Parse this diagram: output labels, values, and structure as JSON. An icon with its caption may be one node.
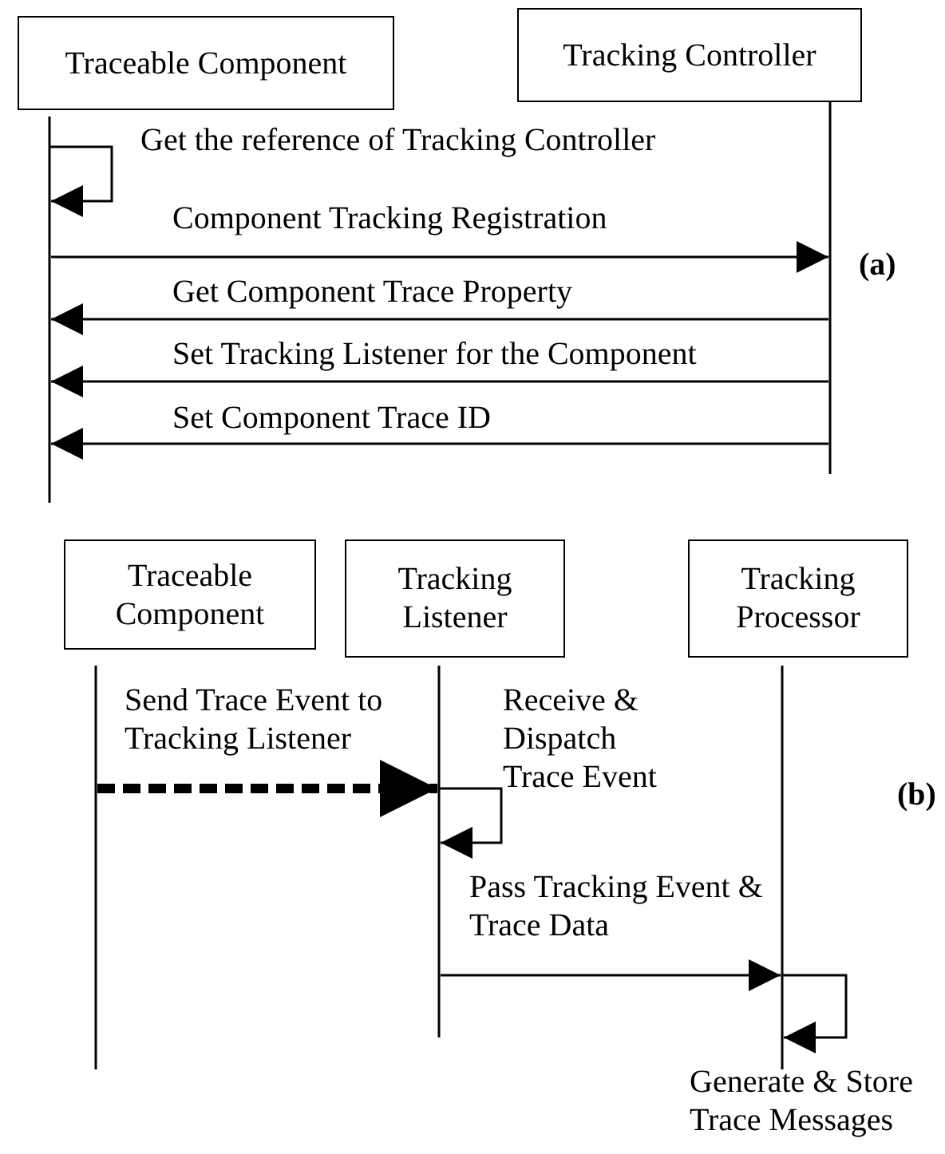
{
  "diagram": {
    "nodes": [
      {
        "text": [
          "Traceable Component"
        ]
      },
      {
        "text": [
          "Tracking Controller"
        ]
      },
      {
        "text": [
          "Traceable Component"
        ]
      },
      {
        "text": [
          "Tracking Listener"
        ]
      },
      {
        "text": [
          "Tracking Processor"
        ]
      }
    ],
    "edges": [
      {
        "from": 0,
        "to": 0,
        "arrow": "to",
        "label": "Get the reference of Tracking Controller"
      },
      {
        "from": 0,
        "to": 1,
        "arrow": "to",
        "label": "Component Tracking Registration"
      },
      {
        "from": 1,
        "to": 0,
        "arrow": "to",
        "label": "Get Component Trace Property"
      },
      {
        "from": 1,
        "to": 0,
        "arrow": "to",
        "label": "Set Tracking Listener for the Component"
      },
      {
        "from": 1,
        "to": 0,
        "arrow": "to",
        "label": "Set Component Trace ID"
      },
      {
        "from": 2,
        "to": 3,
        "arrow": "to",
        "style": "dashed",
        "label": "Send Trace Event to Tracking Listener"
      },
      {
        "from": 3,
        "to": 3,
        "arrow": "to",
        "label": "Receive & Dispatch Trace Event"
      },
      {
        "from": 3,
        "to": 4,
        "arrow": "to",
        "label": "Pass Tracking Event & Trace Data"
      },
      {
        "from": 4,
        "to": 4,
        "arrow": "to",
        "label": "Generate & Store Trace Messages"
      }
    ],
    "labels": [
      "(a)",
      "(b)"
    ]
  }
}
